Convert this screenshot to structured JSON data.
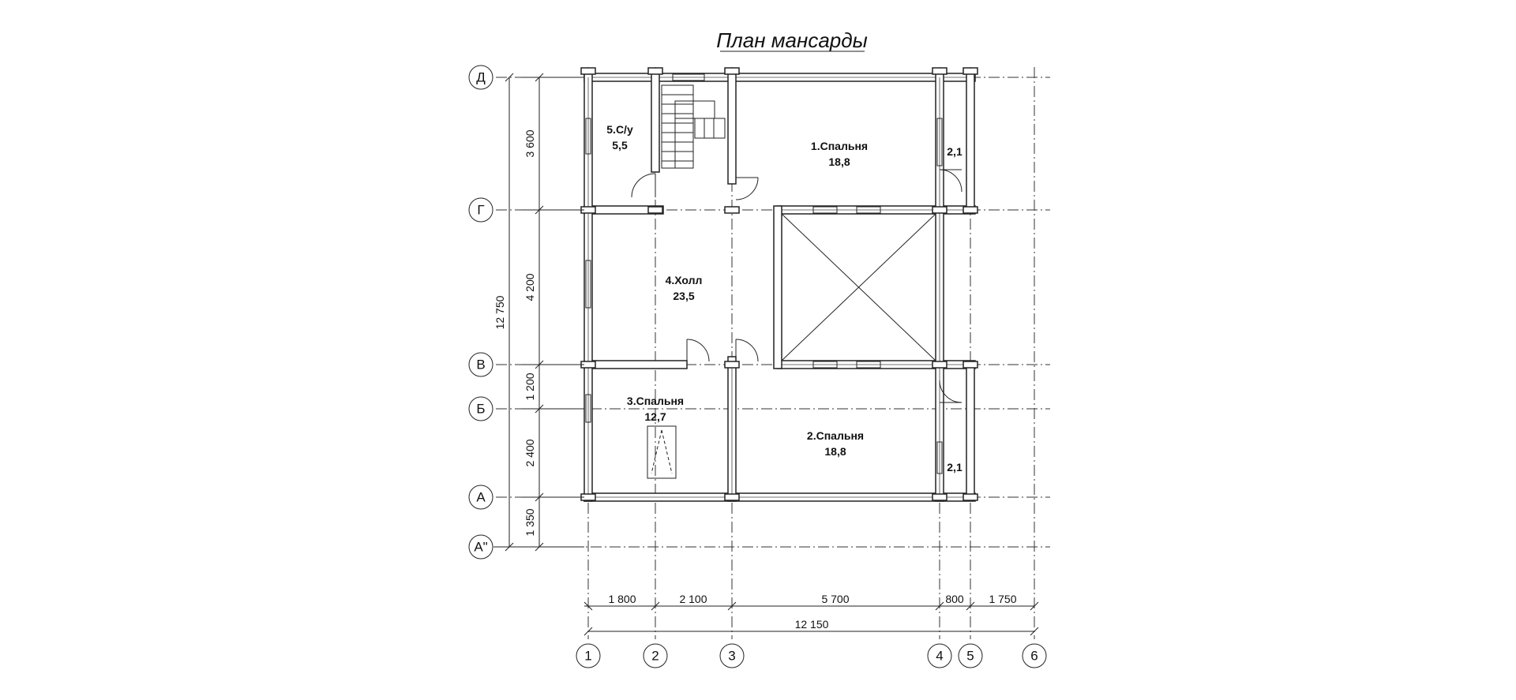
{
  "title": "План мансарды",
  "rooms": [
    {
      "id": "r1",
      "name": "1.Спальня",
      "area": "18,8"
    },
    {
      "id": "r2",
      "name": "2.Спальня",
      "area": "18,8"
    },
    {
      "id": "r3",
      "name": "3.Спальня",
      "area": "12,7"
    },
    {
      "id": "r4",
      "name": "4.Холл",
      "area": "23,5"
    },
    {
      "id": "r5",
      "name": "5.С/у",
      "area": "5,5"
    },
    {
      "id": "balcony_top",
      "area": "2,1"
    },
    {
      "id": "balcony_bottom",
      "area": "2,1"
    }
  ],
  "axes_rows": [
    "Д",
    "Г",
    "В",
    "Б",
    "А",
    "А\""
  ],
  "axes_cols": [
    "1",
    "2",
    "3",
    "4",
    "5",
    "6"
  ],
  "dims_vertical": [
    "3 600",
    "4 200",
    "1 200",
    "2 400",
    "1 350"
  ],
  "dim_vertical_total": "12 750",
  "dims_horizontal": [
    "1 800",
    "2 100",
    "5 700",
    "800",
    "1 750"
  ],
  "dim_horizontal_total": "12 150"
}
